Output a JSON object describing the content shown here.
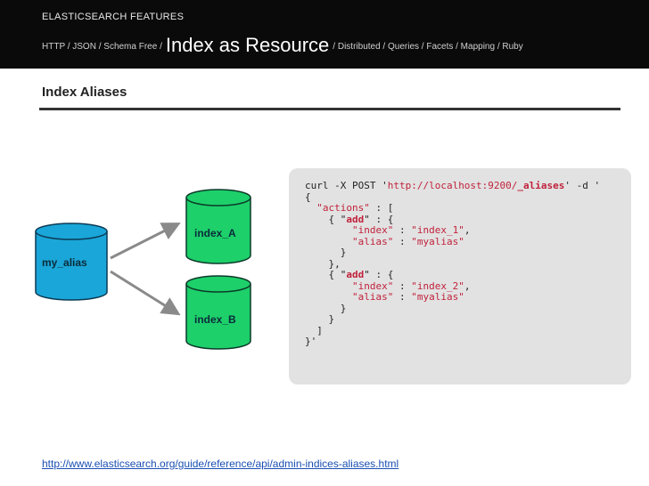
{
  "header": {
    "kicker": "ELASTICSEARCH FEATURES",
    "crumbs_before": "HTTP / JSON / Schema Free /",
    "current": "Index as Resource",
    "crumbs_after": "/ Distributed / Queries / Facets / Mapping / Ruby"
  },
  "section": {
    "title": "Index Aliases"
  },
  "diagram": {
    "alias": {
      "label": "my_alias",
      "color": "#1aa6d8"
    },
    "indices": [
      {
        "label": "index_A",
        "color": "#1dd06a"
      },
      {
        "label": "index_B",
        "color": "#1dd06a"
      }
    ],
    "arrow_color": "#8a8a8a"
  },
  "code": {
    "l1_pre": "curl -X POST '",
    "l1_url": "http://localhost:9200/",
    "l1_url_bold": "_aliases",
    "l1_post": "' -d '",
    "l2": "{",
    "l3_key": "\"actions\"",
    "l3_rest": " : [",
    "l4_pre": "  { \"",
    "l4_kw": "add",
    "l4_post": "\" : {",
    "l5_key": "\"index\"",
    "l5_sep": " : ",
    "l5_val": "\"index_1\"",
    "l5_end": ",",
    "l6_key": "\"alias\"",
    "l6_sep": " : ",
    "l6_val": "\"myalias\"",
    "l7": "    }",
    "l8": "  },",
    "l9_pre": "  { \"",
    "l9_kw": "add",
    "l9_post": "\" : {",
    "l10_key": "\"index\"",
    "l10_sep": " : ",
    "l10_val": "\"index_2\"",
    "l10_end": ",",
    "l11_key": "\"alias\"",
    "l11_sep": " : ",
    "l11_val": "\"myalias\"",
    "l12": "    }",
    "l13": "  }",
    "l14": "]",
    "l15": "}'"
  },
  "link": {
    "text": "http://www.elasticsearch.org/guide/reference/api/admin-indices-aliases.html"
  }
}
